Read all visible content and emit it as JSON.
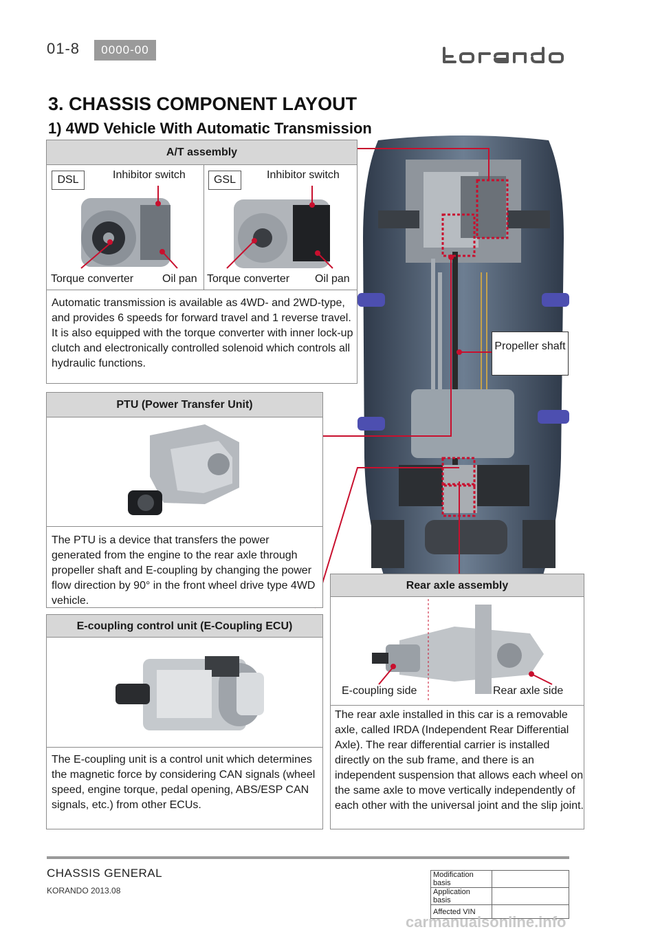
{
  "header": {
    "page_number": "01-8",
    "code": "0000-00",
    "brand": "korando"
  },
  "section_title": "3. CHASSIS COMPONENT LAYOUT",
  "subsection_title": "1) 4WD Vehicle With Automatic Transmission",
  "at_assembly": {
    "title": "A/T assembly",
    "dsl_tag": "DSL",
    "gsl_tag": "GSL",
    "inhibitor_switch_left": "Inhibitor switch",
    "inhibitor_switch_right": "Inhibitor switch",
    "torque_converter_left": "Torque converter",
    "oil_pan_left": "Oil pan",
    "torque_converter_right": "Torque converter",
    "oil_pan_right": "Oil pan",
    "description": "Automatic transmission is available as 4WD- and 2WD-type, and provides 6 speeds for forward travel and 1 reverse travel. It is also equipped with the torque converter with inner lock-up clutch and electronically controlled solenoid which controls all hydraulic functions."
  },
  "propeller_shaft_label": "Propeller shaft",
  "ptu": {
    "title": "PTU (Power Transfer Unit)",
    "description": "The PTU is a device that transfers the power generated from the engine to the rear axle through propeller shaft and E-coupling by changing the power flow direction by 90° in the front wheel drive type 4WD vehicle."
  },
  "rear_axle": {
    "title": "Rear axle assembly",
    "ecoupling_side": "E-coupling side",
    "rear_axle_side": "Rear axle side",
    "description": "The rear axle installed in this car is a removable axle, called IRDA (Independent Rear Differential Axle). The rear differential carrier is installed directly on the sub frame, and there is an independent suspension that allows each wheel on the same axle to move vertically independently of each other with the universal joint and the slip joint."
  },
  "ecoupling": {
    "title": "E-coupling control unit (E-Coupling ECU)",
    "description": "The E-coupling unit is a control unit which determines the magnetic force by considering CAN signals (wheel speed, engine torque, pedal opening, ABS/ESP CAN signals, etc.) from other ECUs."
  },
  "footer": {
    "title": "CHASSIS GENERAL",
    "subtitle": "KORANDO 2013.08",
    "rows": [
      {
        "label": "Modification basis",
        "value": ""
      },
      {
        "label": "Application basis",
        "value": ""
      },
      {
        "label": "Affected VIN",
        "value": ""
      }
    ]
  },
  "watermark": "carmanualsonline.info",
  "colors": {
    "accent_red": "#c8102e",
    "panel_header": "#d7d7d7",
    "border": "#8c8c8c",
    "badge": "#9a9a9a"
  }
}
